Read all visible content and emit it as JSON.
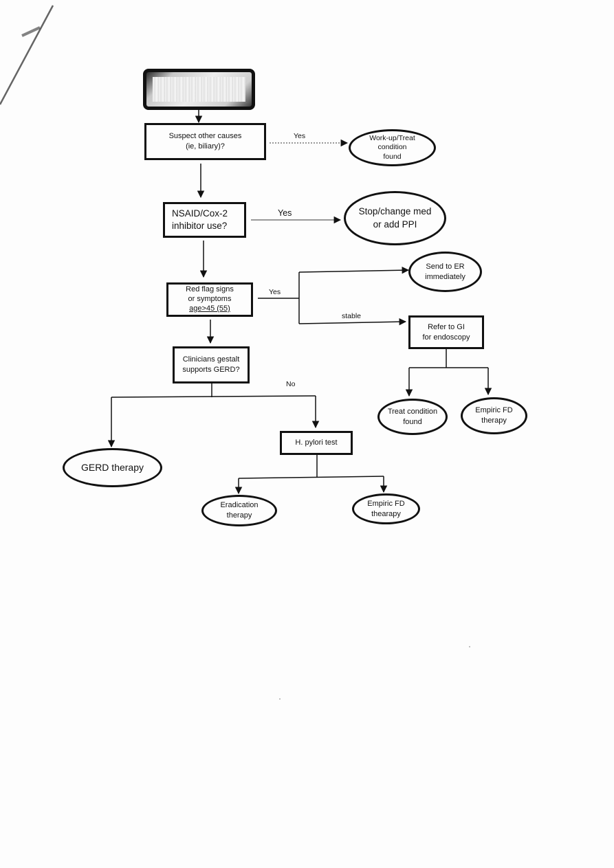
{
  "diagram": {
    "title_box": {
      "text": ""
    },
    "nodes": {
      "suspect_causes": {
        "lines": [
          "Suspect other causes",
          "(ie, biliary)?"
        ]
      },
      "workup_treat": {
        "lines": [
          "Work-up/Treat",
          "condition",
          "found"
        ]
      },
      "nsaid": {
        "lines": [
          "NSAID/Cox-2",
          "inhibitor use?"
        ]
      },
      "stop_change": {
        "lines": [
          "Stop/change med",
          "or add PPI"
        ]
      },
      "red_flag": {
        "lines": [
          "Red flag signs",
          "or symptoms",
          "age>45 (55)"
        ]
      },
      "send_er": {
        "lines": [
          "Send to ER",
          "immediately"
        ]
      },
      "refer_gi": {
        "lines": [
          "Refer to GI",
          "for endoscopy"
        ]
      },
      "clinicians": {
        "lines": [
          "Clinicians gestalt",
          "supports GERD?"
        ]
      },
      "treat_condition": {
        "lines": [
          "Treat condition",
          "found"
        ]
      },
      "empiric_fd_1": {
        "lines": [
          "Empiric FD",
          "therapy"
        ]
      },
      "gerd_therapy": {
        "lines": [
          "GERD therapy"
        ]
      },
      "h_pylori": {
        "lines": [
          "H. pylori test"
        ]
      },
      "eradication": {
        "lines": [
          "Eradication",
          "therapy"
        ]
      },
      "empiric_fd_2": {
        "lines": [
          "Empiric FD",
          "thearapy"
        ]
      }
    },
    "edge_labels": {
      "yes_1": "Yes",
      "yes_2": "Yes",
      "yes_3": "Yes",
      "stable": "stable",
      "no": "No"
    }
  }
}
